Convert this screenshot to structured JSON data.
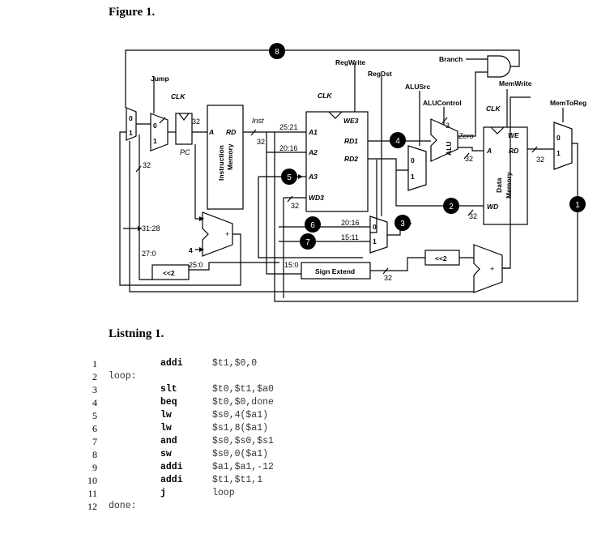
{
  "figure": {
    "heading": "Figure 1.",
    "labels": {
      "jump": "Jump",
      "clk": "CLK",
      "pc": "PC",
      "a": "A",
      "rd": "RD",
      "instruction_memory": [
        "Instruction",
        "Memory"
      ],
      "inst": "Inst",
      "bus32": "32",
      "regwrite": "RegWrite",
      "regdst": "RegDst",
      "branch": "Branch",
      "alusrc": "ALUSrc",
      "alucontrol": "ALUControl",
      "memwrite": "MemWrite",
      "memtoreg": "MemToReg",
      "we3": "WE3",
      "a1": "A1",
      "a2": "A2",
      "a3": "A3",
      "wd3": "WD3",
      "rd1": "RD1",
      "rd2": "RD2",
      "f25_21": "25:21",
      "f20_16": "20:16",
      "f15_11": "15:11",
      "f15_0": "15:0",
      "f25_0": "25:0",
      "f31_28": "31:28",
      "f27_0": "27:0",
      "four": "4",
      "three": "3",
      "zero": "Zero",
      "alu": "ALU",
      "we": "WE",
      "wd": "WD",
      "data_memory": [
        "Data",
        "Memory"
      ],
      "sign_extend": "Sign Extend",
      "shift2": "<<2",
      "mux0": "0",
      "mux1": "1",
      "plus": "+"
    },
    "markers": [
      "1",
      "2",
      "3",
      "4",
      "5",
      "6",
      "7",
      "8"
    ]
  },
  "listing": {
    "heading": "Listning 1.",
    "lines": [
      {
        "num": "1",
        "label": "",
        "op": "addi",
        "args": "$t1,$0,0"
      },
      {
        "num": "2",
        "label": "loop:",
        "op": "",
        "args": ""
      },
      {
        "num": "3",
        "label": "",
        "op": "slt",
        "args": "$t0,$t1,$a0"
      },
      {
        "num": "4",
        "label": "",
        "op": "beq",
        "args": "$t0,$0,done"
      },
      {
        "num": "5",
        "label": "",
        "op": "lw",
        "args": "$s0,4($a1)"
      },
      {
        "num": "6",
        "label": "",
        "op": "lw",
        "args": "$s1,8($a1)"
      },
      {
        "num": "7",
        "label": "",
        "op": "and",
        "args": "$s0,$s0,$s1"
      },
      {
        "num": "8",
        "label": "",
        "op": "sw",
        "args": "$s0,0($a1)"
      },
      {
        "num": "9",
        "label": "",
        "op": "addi",
        "args": "$a1,$a1,-12"
      },
      {
        "num": "10",
        "label": "",
        "op": "addi",
        "args": "$t1,$t1,1"
      },
      {
        "num": "11",
        "label": "",
        "op": "j",
        "args": "loop"
      },
      {
        "num": "12",
        "label": "done:",
        "op": "",
        "args": ""
      }
    ]
  }
}
